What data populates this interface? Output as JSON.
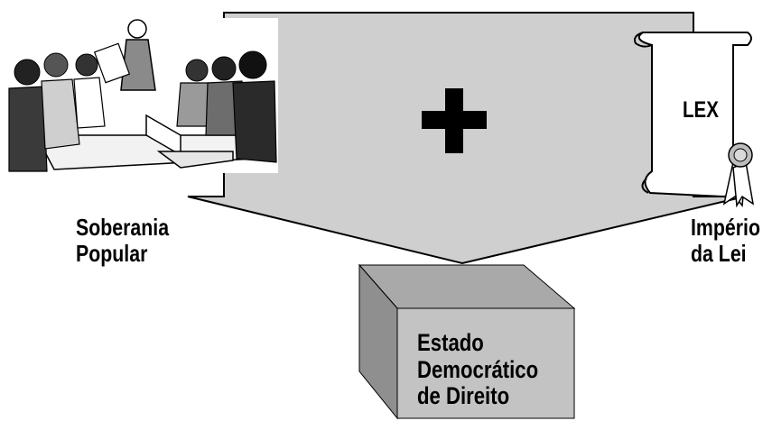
{
  "inputs": {
    "left_label": [
      "Soberania",
      "Popular"
    ],
    "right_label": [
      "Império",
      "da Lei"
    ]
  },
  "operator": "plus",
  "scroll_text": "LEX",
  "output": {
    "label": [
      "Estado",
      "Democrático",
      "de Direito"
    ]
  },
  "colors": {
    "arrow_fill": "#cfcfcf",
    "box_front": "#c3c3c3",
    "box_top": "#a9a9a9",
    "box_side": "#8f8f8f",
    "outline": "#000000"
  },
  "icons": [
    "meeting-illustration",
    "plus-icon",
    "lex-scroll-icon",
    "ribbon-seal-icon"
  ]
}
